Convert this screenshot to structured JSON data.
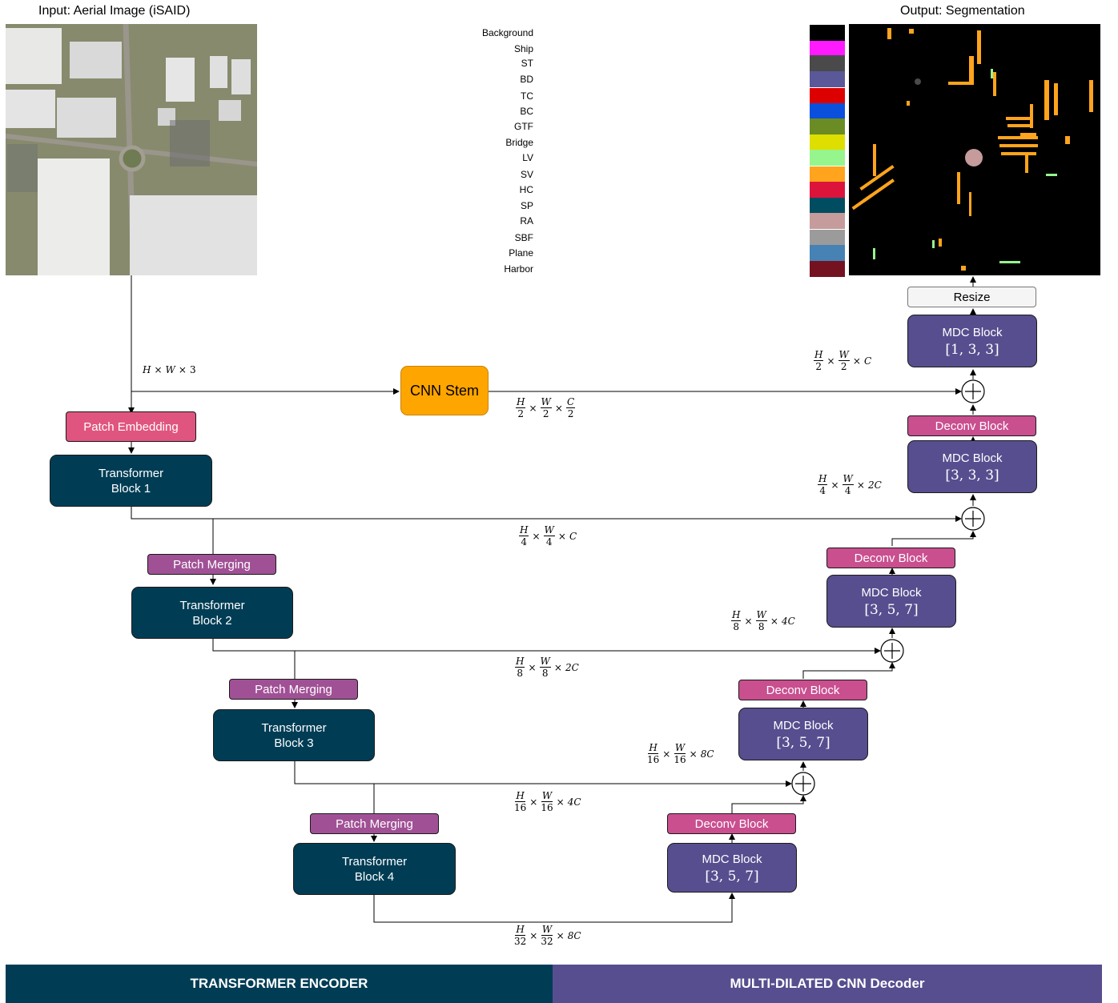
{
  "header": {
    "input_title": "Input: Aerial Image (iSAID)",
    "output_title": "Output: Segmentation"
  },
  "legend": [
    {
      "label": "Background",
      "color": "#000000"
    },
    {
      "label": "Ship",
      "color": "#ff1aff"
    },
    {
      "label": "ST",
      "color": "#4a4a4a"
    },
    {
      "label": "BD",
      "color": "#5a5898"
    },
    {
      "label": "TC",
      "color": "#dd0000"
    },
    {
      "label": "BC",
      "color": "#0a50dd"
    },
    {
      "label": "GTF",
      "color": "#6b8c24"
    },
    {
      "label": "Bridge",
      "color": "#dede00"
    },
    {
      "label": "LV",
      "color": "#96f58c"
    },
    {
      "label": "SV",
      "color": "#ffa41c"
    },
    {
      "label": "HC",
      "color": "#dc143c"
    },
    {
      "label": "SP",
      "color": "#004d61"
    },
    {
      "label": "RA",
      "color": "#c59b9b"
    },
    {
      "label": "SBF",
      "color": "#9b9b9b"
    },
    {
      "label": "Plane",
      "color": "#4682b4"
    },
    {
      "label": "Harbor",
      "color": "#741220"
    }
  ],
  "encoder": {
    "input_dim": {
      "a": "H",
      "b": "W",
      "c": "3"
    },
    "patch_embedding": "Patch Embedding",
    "patch_merging": "Patch Merging",
    "blocks": [
      {
        "line1": "Transformer",
        "line2": "Block 1"
      },
      {
        "line1": "Transformer",
        "line2": "Block 2"
      },
      {
        "line1": "Transformer",
        "line2": "Block 3"
      },
      {
        "line1": "Transformer",
        "line2": "Block 4"
      }
    ]
  },
  "stem": {
    "label": "CNN Stem"
  },
  "decoder": {
    "resize": "Resize",
    "deconv": "Deconv Block",
    "mdc_label": "MDC Block",
    "mdc_kernels": [
      "[1, 3, 3]",
      "[3, 3, 3]",
      "[3, 5, 7]",
      "[3, 5, 7]",
      "[3, 5, 7]"
    ]
  },
  "dims": {
    "stem_out": {
      "d1": "2",
      "d2": "2",
      "c": "C",
      "cd": "2"
    },
    "stem_dec": {
      "d1": "2",
      "d2": "2",
      "c": "C"
    },
    "enc1": {
      "d1": "4",
      "d2": "4",
      "c": "C"
    },
    "dec1": {
      "d1": "4",
      "d2": "4",
      "c": "2C"
    },
    "enc2": {
      "d1": "8",
      "d2": "8",
      "c": "2C"
    },
    "dec2": {
      "d1": "8",
      "d2": "8",
      "c": "4C"
    },
    "enc3": {
      "d1": "16",
      "d2": "16",
      "c": "4C"
    },
    "dec3": {
      "d1": "16",
      "d2": "16",
      "c": "8C"
    },
    "enc4": {
      "d1": "32",
      "d2": "32",
      "c": "8C"
    }
  },
  "banners": {
    "encoder": "TRANSFORMER ENCODER",
    "decoder": "MULTI-DILATED CNN Decoder"
  },
  "colors": {
    "encoder_banner": "#003d55",
    "decoder_banner": "#574e8f"
  }
}
